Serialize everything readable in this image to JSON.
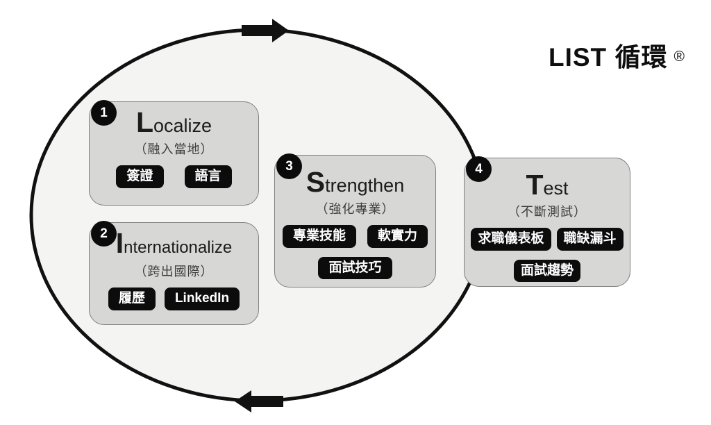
{
  "title": {
    "text": "LIST 循環",
    "registered": "®"
  },
  "steps": [
    {
      "number": "1",
      "title_initial": "L",
      "title_rest": "ocalize",
      "subtitle": "（融入當地）",
      "tags": [
        "簽證",
        "語言"
      ]
    },
    {
      "number": "2",
      "title_initial": "I",
      "title_rest": "nternationalize",
      "subtitle": "（跨出國際）",
      "tags": [
        "履歷",
        "LinkedIn"
      ]
    },
    {
      "number": "3",
      "title_initial": "S",
      "title_rest": "trengthen",
      "subtitle": "（強化專業）",
      "tags": [
        "專業技能",
        "軟實力",
        "面試技巧"
      ]
    },
    {
      "number": "4",
      "title_initial": "T",
      "title_rest": "est",
      "subtitle": "（不斷測試）",
      "tags": [
        "求職儀表板",
        "職缺漏斗",
        "面試趨勢"
      ]
    }
  ],
  "colors": {
    "ellipse_fill": "#f4f4f3",
    "line": "#111111",
    "box_fill": "#d7d7d6",
    "box_border": "#7f7f7f",
    "tag_bg": "#0c0c0c",
    "tag_text": "#ffffff",
    "badge_bg": "#0b0b0b"
  }
}
